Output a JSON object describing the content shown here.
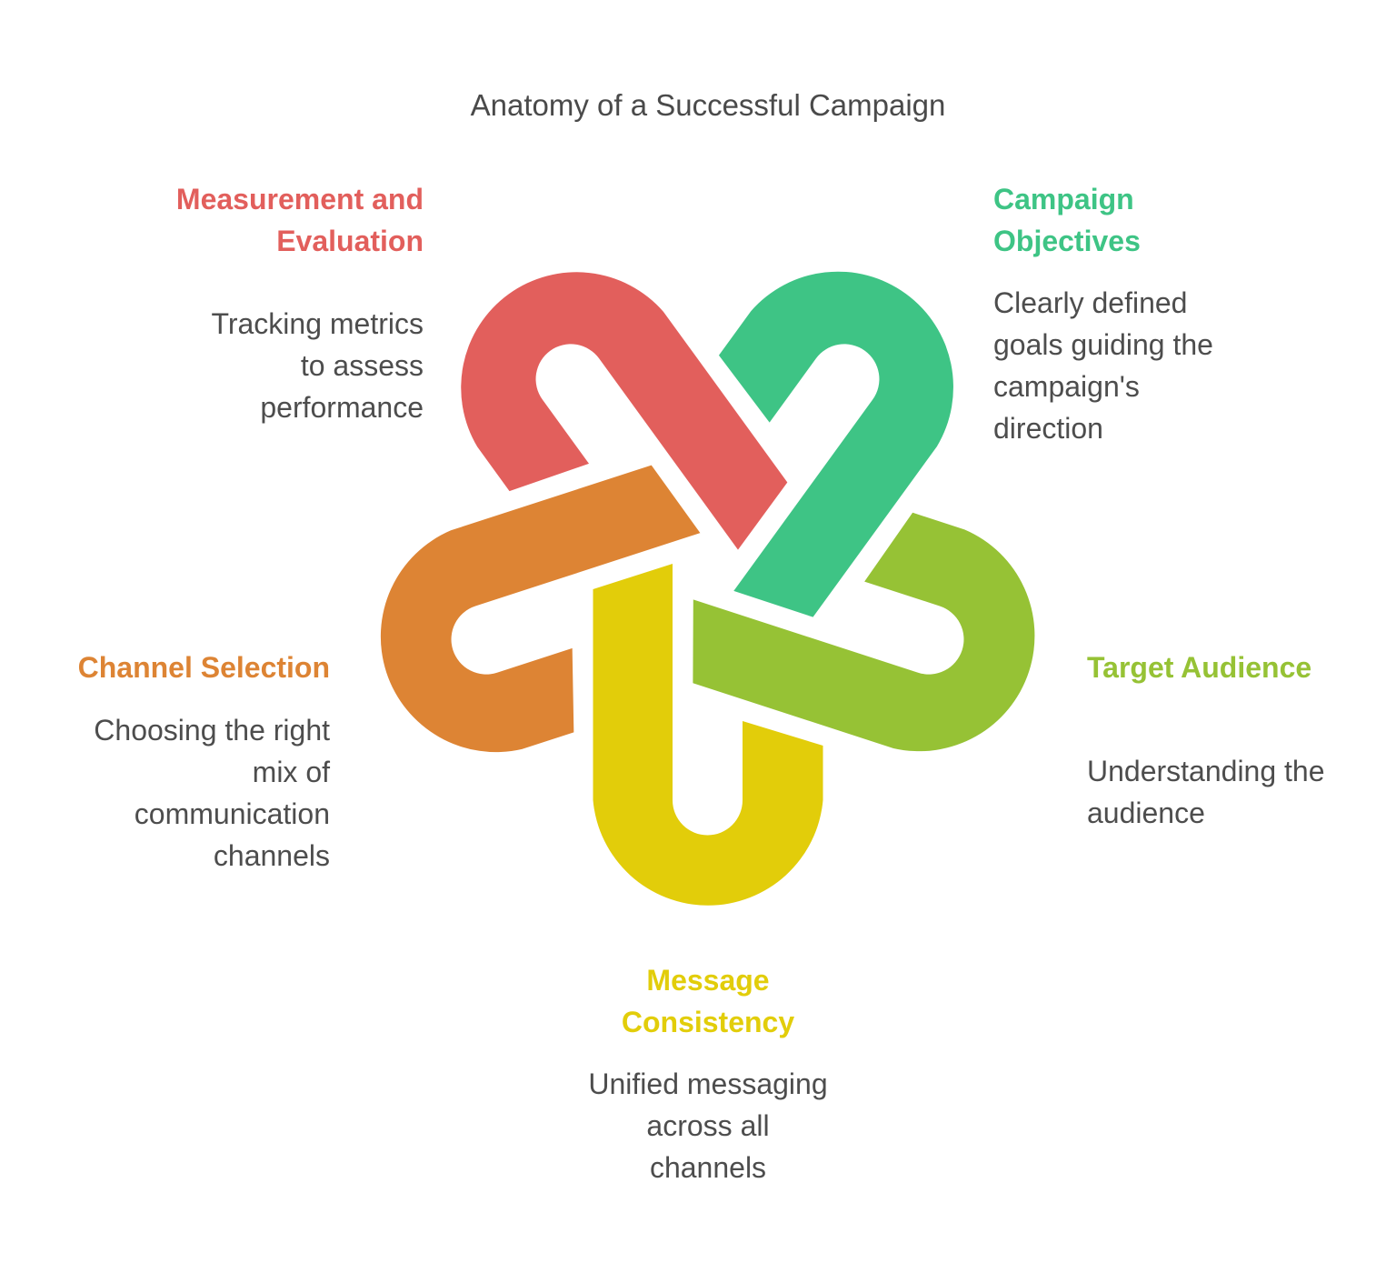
{
  "title": "Anatomy of a Successful Campaign",
  "colors": {
    "measurement": "#E25F5C",
    "objectives": "#3EC485",
    "audience": "#96C235",
    "consistency": "#E2CD0A",
    "channel": "#DD8434",
    "body_text": "#4D4D4D"
  },
  "sections": {
    "measurement": {
      "heading": [
        "Measurement and",
        "Evaluation"
      ],
      "body": [
        "Tracking metrics",
        "to assess",
        "performance"
      ]
    },
    "objectives": {
      "heading": [
        "Campaign",
        "Objectives"
      ],
      "body": [
        "Clearly defined",
        "goals guiding the",
        "campaign's",
        "direction"
      ]
    },
    "audience": {
      "heading": [
        "Target Audience"
      ],
      "body": [
        "Understanding the",
        "audience"
      ]
    },
    "channel": {
      "heading": [
        "Channel Selection"
      ],
      "body": [
        "Choosing the right",
        "mix of",
        "communication",
        "channels"
      ]
    },
    "consistency": {
      "heading": [
        "Message",
        "Consistency"
      ],
      "body": [
        "Unified messaging",
        "across all",
        "channels"
      ]
    }
  },
  "knot_segments": [
    {
      "id": "consistency",
      "label": "Message Consistency",
      "order": 0
    },
    {
      "id": "channel",
      "label": "Channel Selection",
      "order": 1
    },
    {
      "id": "measurement",
      "label": "Measurement and Evaluation",
      "order": 2
    },
    {
      "id": "objectives",
      "label": "Campaign Objectives",
      "order": 3
    },
    {
      "id": "audience",
      "label": "Target Audience",
      "order": 4
    }
  ]
}
